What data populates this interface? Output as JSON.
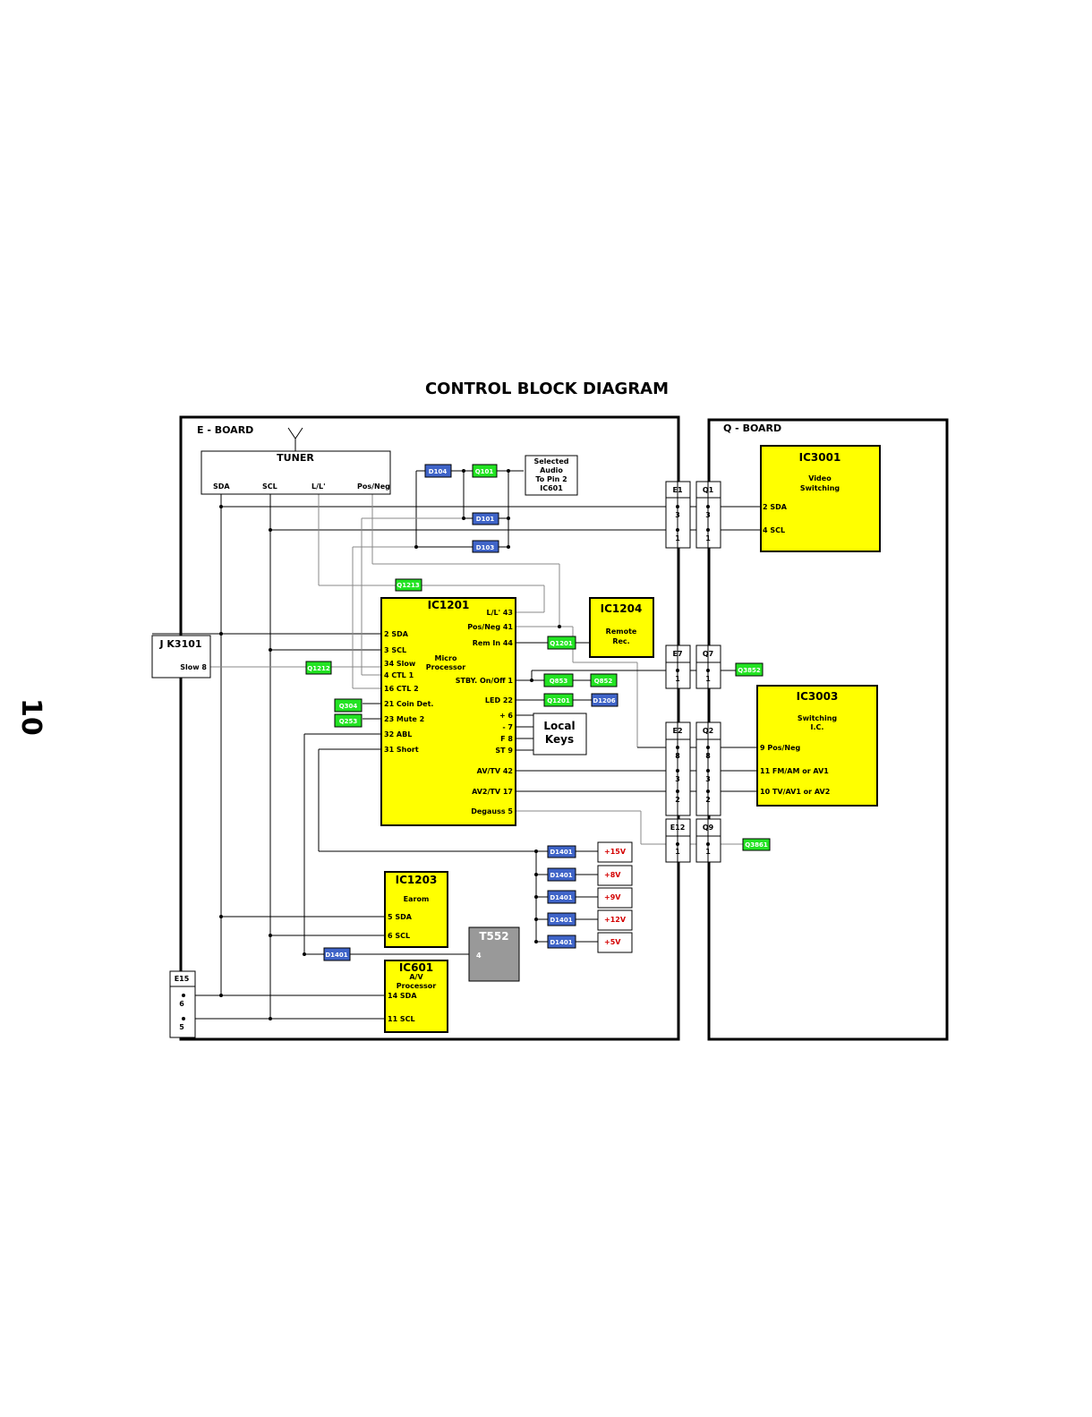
{
  "title": "CONTROL BLOCK DIAGRAM",
  "page_number": "10",
  "colors": {
    "ic_fill": "#ffff00",
    "diode_tag": "#3f64c8",
    "transistor_tag": "#23e323",
    "voltage_text": "#d40000",
    "transformer_fill": "#999999"
  },
  "boards": {
    "e_board": "E - BOARD",
    "q_board": "Q - BOARD"
  },
  "tuner": {
    "title": "TUNER",
    "pins": [
      "SDA",
      "SCL",
      "L/L'",
      "Pos/Neg"
    ]
  },
  "selected_audio": {
    "line1": "Selected",
    "line2": "Audio",
    "line3": "To Pin 2",
    "line4": "IC601"
  },
  "jk3101": {
    "title": "J K3101",
    "pin": "Slow 8"
  },
  "ic1201": {
    "title": "IC1201",
    "subtitle1": "Micro",
    "subtitle2": "Processor",
    "left_pins": [
      "2 SDA",
      "3 SCL",
      "34 Slow",
      "4 CTL 1",
      "16 CTL 2",
      "21 Coin Det.",
      "23 Mute 2",
      "32 ABL",
      "31 Short"
    ],
    "right_pins": [
      "L/L' 43",
      "Pos/Neg 41",
      "Rem In 44",
      "STBY. On/Off 1",
      "LED 22",
      "+ 6",
      "- 7",
      "F 8",
      "ST 9",
      "AV/TV 42",
      "AV2/TV 17",
      "Degauss 5"
    ]
  },
  "ic1204": {
    "title": "IC1204",
    "sub1": "Remote",
    "sub2": "Rec."
  },
  "local_keys": {
    "line1": "Local",
    "line2": "Keys"
  },
  "ic1203": {
    "title": "IC1203",
    "subtitle": "Earom",
    "pins": [
      "5 SDA",
      "6 SCL"
    ]
  },
  "ic601": {
    "title": "IC601",
    "sub1": "A/V",
    "sub2": "Processor",
    "pins": [
      "14 SDA",
      "11 SCL"
    ]
  },
  "t552": {
    "title": "T552",
    "pin": "4"
  },
  "ic3001": {
    "title": "IC3001",
    "sub1": "Video",
    "sub2": "Switching",
    "pins": [
      "2 SDA",
      "4 SCL"
    ]
  },
  "ic3003": {
    "title": "IC3003",
    "sub1": "Switching",
    "sub2": "I.C.",
    "pins": [
      "9 Pos/Neg",
      "11 FM/AM or AV1",
      "10 TV/AV1 or AV2"
    ]
  },
  "tags": {
    "d104": "D104",
    "q101": "Q101",
    "d101": "D101",
    "d103": "D103",
    "q1213": "Q1213",
    "q1212": "Q1212",
    "q304": "Q304",
    "q253": "Q253",
    "q1201a": "Q1201",
    "q853": "Q853",
    "q852": "Q852",
    "q1201b": "Q1201",
    "d1206": "D1206",
    "q3852": "Q3852",
    "q3861": "Q3861",
    "d1401": "D1401"
  },
  "supplies": [
    "+15V",
    "+8V",
    "+9V",
    "+12V",
    "+5V"
  ],
  "connectors": {
    "e1": {
      "label": "E1",
      "pins": [
        "3",
        "1"
      ]
    },
    "q1": {
      "label": "Q1",
      "pins": [
        "3",
        "1"
      ]
    },
    "e7": {
      "label": "E7",
      "pins": [
        "1"
      ]
    },
    "q7": {
      "label": "Q7",
      "pins": [
        "1"
      ]
    },
    "e2": {
      "label": "E2",
      "pins": [
        "8",
        "3",
        "2"
      ]
    },
    "q2": {
      "label": "Q2",
      "pins": [
        "8",
        "3",
        "2"
      ]
    },
    "e12": {
      "label": "E12",
      "pins": [
        "1"
      ]
    },
    "q9": {
      "label": "Q9",
      "pins": [
        "1"
      ]
    },
    "e15": {
      "label": "E15",
      "pins": [
        "6",
        "5"
      ]
    }
  }
}
